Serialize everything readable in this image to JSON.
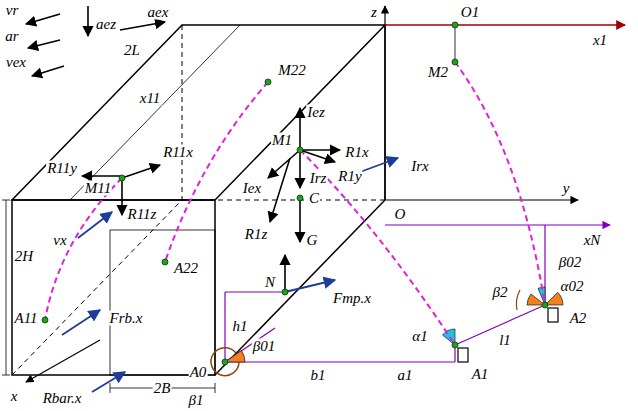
{
  "diagram": {
    "labels": [
      "vr",
      "ar",
      "vex",
      "aez",
      "aex",
      "2L",
      "x11",
      "M22",
      "z",
      "O1",
      "M2",
      "x1",
      "Irx",
      "Iez",
      "M1",
      "R1x",
      "R1y",
      "C",
      "Iex",
      "Irz",
      "R1z",
      "G",
      "N",
      "Fтр.x",
      "R11y",
      "R11x",
      "M11",
      "R11z",
      "A22",
      "vx",
      "2H",
      "A11",
      "Frb.x",
      "Rbar.x",
      "2B",
      "x",
      "h1",
      "A0",
      "β1",
      "β01",
      "b1",
      "a1",
      "α1",
      "A1",
      "l1",
      "y",
      "O",
      "xN",
      "β02",
      "α02",
      "β2",
      "A2"
    ]
  }
}
